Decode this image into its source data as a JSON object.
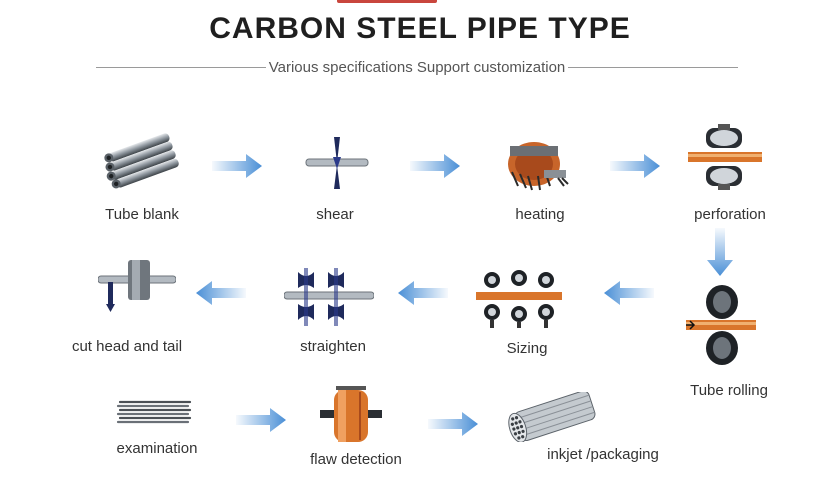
{
  "header": {
    "title": "CARBON STEEL PIPE TYPE",
    "subtitle": "Various specifications  Support customization"
  },
  "colors": {
    "arrow": "#4a8fd6",
    "steel": "#9aa3ad",
    "copper": "#d9752b",
    "roller": "#1f2a5c"
  },
  "steps": [
    {
      "label": "Tube blank",
      "icon": "tube-bundle-icon"
    },
    {
      "label": "shear",
      "icon": "shear-icon"
    },
    {
      "label": "heating",
      "icon": "furnace-icon"
    },
    {
      "label": "perforation",
      "icon": "piercing-mill-icon"
    },
    {
      "label": "Tube rolling",
      "icon": "rolling-mill-icon"
    },
    {
      "label": "Sizing",
      "icon": "sizing-mill-icon"
    },
    {
      "label": "straighten",
      "icon": "straightener-icon"
    },
    {
      "label": "cut head and tail",
      "icon": "cutter-icon"
    },
    {
      "label": "examination",
      "icon": "inspection-bars-icon"
    },
    {
      "label": "flaw detection",
      "icon": "flaw-detector-icon"
    },
    {
      "label": "inkjet /packaging",
      "icon": "pipe-bundle-icon"
    }
  ]
}
